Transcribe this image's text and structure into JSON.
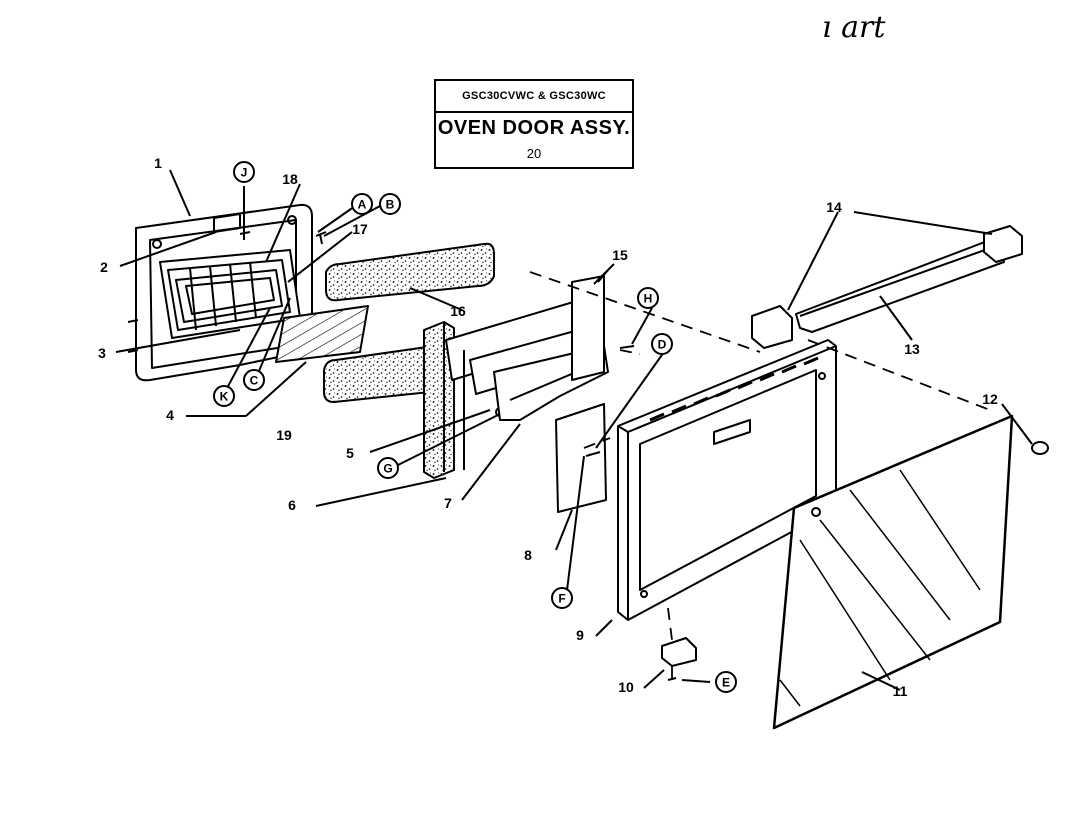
{
  "header": {
    "models": "GSC30CVWC & GSC30WC",
    "title": "OVEN DOOR ASSY.",
    "figure": "20"
  },
  "handwritten_note": "ı art",
  "part_labels": [
    {
      "id": "p1",
      "text": "1"
    },
    {
      "id": "p2",
      "text": "2"
    },
    {
      "id": "p3",
      "text": "3"
    },
    {
      "id": "p4",
      "text": "4"
    },
    {
      "id": "p5",
      "text": "5"
    },
    {
      "id": "p6",
      "text": "6"
    },
    {
      "id": "p7",
      "text": "7"
    },
    {
      "id": "p8",
      "text": "8"
    },
    {
      "id": "p9",
      "text": "9"
    },
    {
      "id": "p10",
      "text": "10"
    },
    {
      "id": "p11",
      "text": "11"
    },
    {
      "id": "p12",
      "text": "12"
    },
    {
      "id": "p13",
      "text": "13"
    },
    {
      "id": "p14",
      "text": "14"
    },
    {
      "id": "p15",
      "text": "15"
    },
    {
      "id": "p16",
      "text": "16"
    },
    {
      "id": "p17",
      "text": "17"
    },
    {
      "id": "p18",
      "text": "18"
    },
    {
      "id": "p19",
      "text": "19"
    }
  ],
  "hardware_callouts": [
    {
      "id": "cA",
      "text": "A"
    },
    {
      "id": "cB",
      "text": "B"
    },
    {
      "id": "cC",
      "text": "C"
    },
    {
      "id": "cD",
      "text": "D"
    },
    {
      "id": "cE",
      "text": "E"
    },
    {
      "id": "cF",
      "text": "F"
    },
    {
      "id": "cG",
      "text": "G"
    },
    {
      "id": "cH",
      "text": "H"
    },
    {
      "id": "cJ",
      "text": "J"
    },
    {
      "id": "cK",
      "text": "K"
    }
  ]
}
